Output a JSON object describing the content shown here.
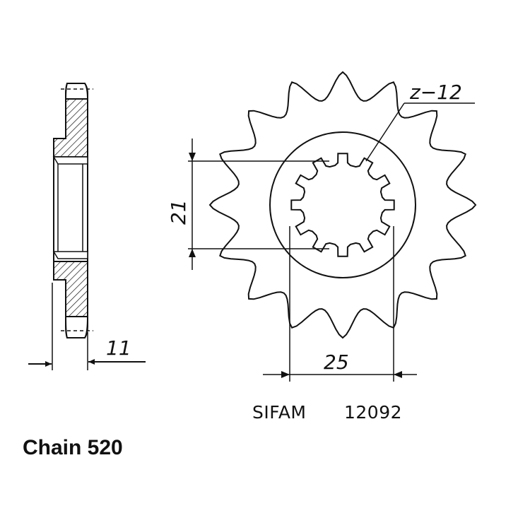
{
  "drawing": {
    "tooth_label": "z−12",
    "bore_dimension": "21",
    "hub_dimension": "25",
    "thickness_dimension": "11",
    "brand": "SIFAM",
    "part_number": "12092",
    "chain_label": "Chain 520"
  },
  "sprocket": {
    "teeth": 16,
    "spline_teeth": 12
  },
  "colors": {
    "ink": "#111111",
    "background": "#ffffff"
  }
}
